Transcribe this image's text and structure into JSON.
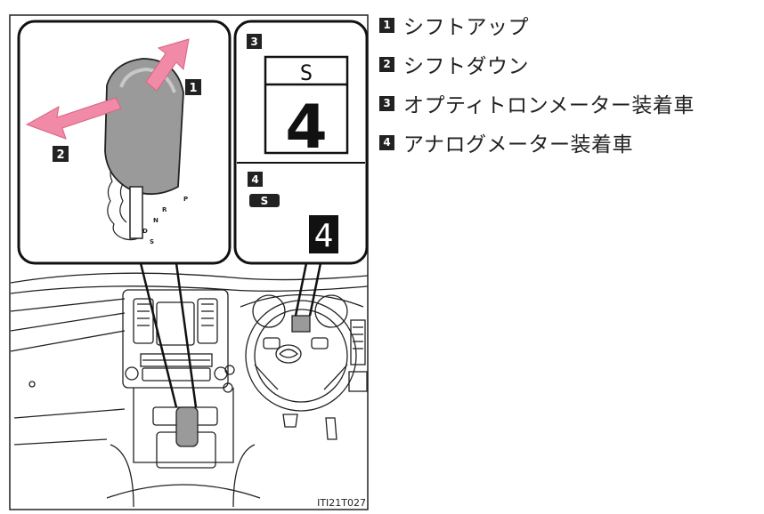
{
  "illustration": {
    "callouts": {
      "c1": "1",
      "c2": "2",
      "c3": "3",
      "c4": "4"
    },
    "gear_labels": [
      "P",
      "R",
      "N",
      "D",
      "S"
    ],
    "optitron_display": {
      "mode": "S",
      "gear": "4"
    },
    "analog_display": {
      "mode": "S",
      "gear": "4"
    },
    "figure_code": "ITI21T027"
  },
  "legend": [
    {
      "number": "1",
      "text": "シフトアップ"
    },
    {
      "number": "2",
      "text": "シフトダウン"
    },
    {
      "number": "3",
      "text": "オプティトロンメーター装着車"
    },
    {
      "number": "4",
      "text": "アナログメーター装着車"
    }
  ],
  "colors": {
    "ink": "#222222",
    "arrow": "#f08aa6",
    "knob": "#9a9a9a",
    "frame": "#111111"
  }
}
